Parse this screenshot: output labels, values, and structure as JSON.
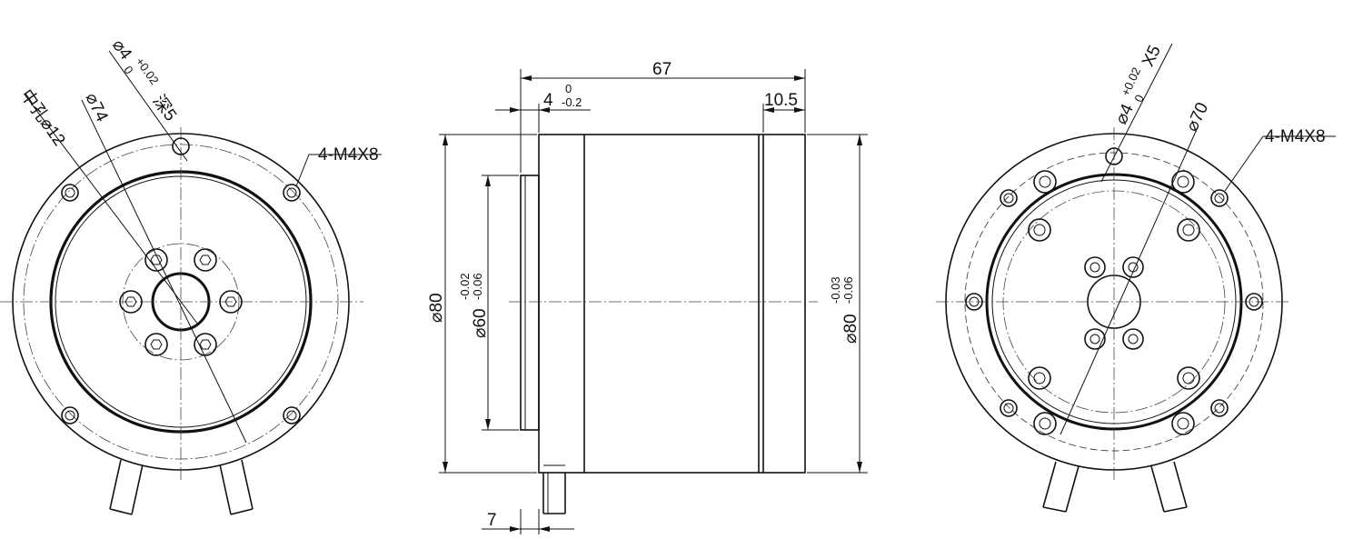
{
  "left_view": {
    "center_hole_label": "中孔⌀12",
    "pcd_label": "⌀74",
    "pin_hole_label": "⌀4",
    "pin_tol_upper": "+0.02",
    "pin_tol_lower": "0",
    "pin_depth_label": "深5",
    "thread_label": "4-M4X8"
  },
  "side_view": {
    "length_label": "67",
    "pilot_len_label": "4",
    "pilot_tol_upper": "0",
    "pilot_tol_lower": "-0.2",
    "flange_label": "10.5",
    "dia80_label": "⌀80",
    "dia60_label": "⌀60",
    "dia60_tol_upper": "-0.02",
    "dia60_tol_lower": "-0.06",
    "dia80r_label": "⌀80",
    "dia80r_tol_upper": "-0.03",
    "dia80r_tol_lower": "-0.06",
    "cable_label": "7"
  },
  "right_view": {
    "pin_hole_label": "⌀4",
    "pin_tol_upper": "+0.02",
    "pin_tol_lower": "0",
    "pin_count_label": "X5",
    "pcd_label": "⌀70",
    "thread_label": "4-M4X8"
  }
}
